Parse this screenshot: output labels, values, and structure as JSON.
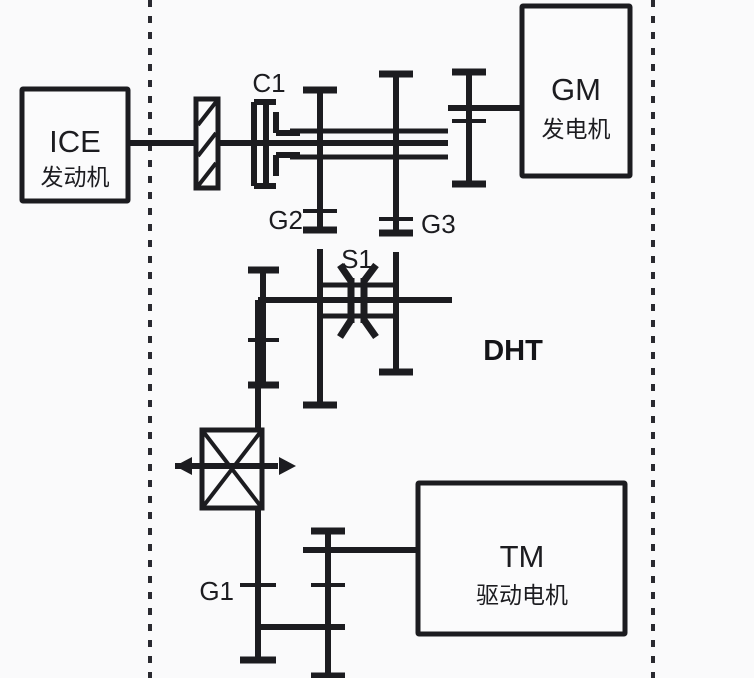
{
  "diagram": {
    "title_region": "DHT",
    "background_color": "#fafafb",
    "line_color": "#1c1c20"
  },
  "units": {
    "ice": {
      "abbr": "ICE",
      "name_cn": "发动机"
    },
    "gm": {
      "abbr": "GM",
      "name_cn": "发电机"
    },
    "tm": {
      "abbr": "TM",
      "name_cn": "驱动电机"
    }
  },
  "components": {
    "clutch": "C1",
    "synchronizer": "S1",
    "gear_g1": "G1",
    "gear_g2": "G2",
    "gear_g3": "G3"
  },
  "region": {
    "label": "DHT"
  }
}
